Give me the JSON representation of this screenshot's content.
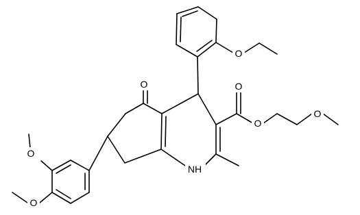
{
  "diagram": {
    "atom_labels": {
      "o_ether_aryl": "O",
      "o_ketone": "O",
      "o_ester_carbonyl": "O",
      "o_ester_single": "O",
      "o_methoxyethyl": "O",
      "o_methoxy_upper": "O",
      "o_methoxy_lower": "O",
      "nh": "NH"
    }
  }
}
